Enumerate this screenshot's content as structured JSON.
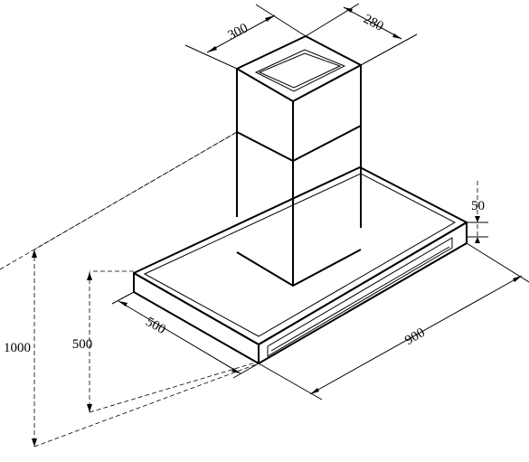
{
  "dimensions": {
    "chimney_width": "300",
    "chimney_depth": "280",
    "canopy_height": "50",
    "canopy_width": "900",
    "canopy_depth": "500",
    "canopy_bottom_height": "500",
    "total_height": "1000"
  }
}
